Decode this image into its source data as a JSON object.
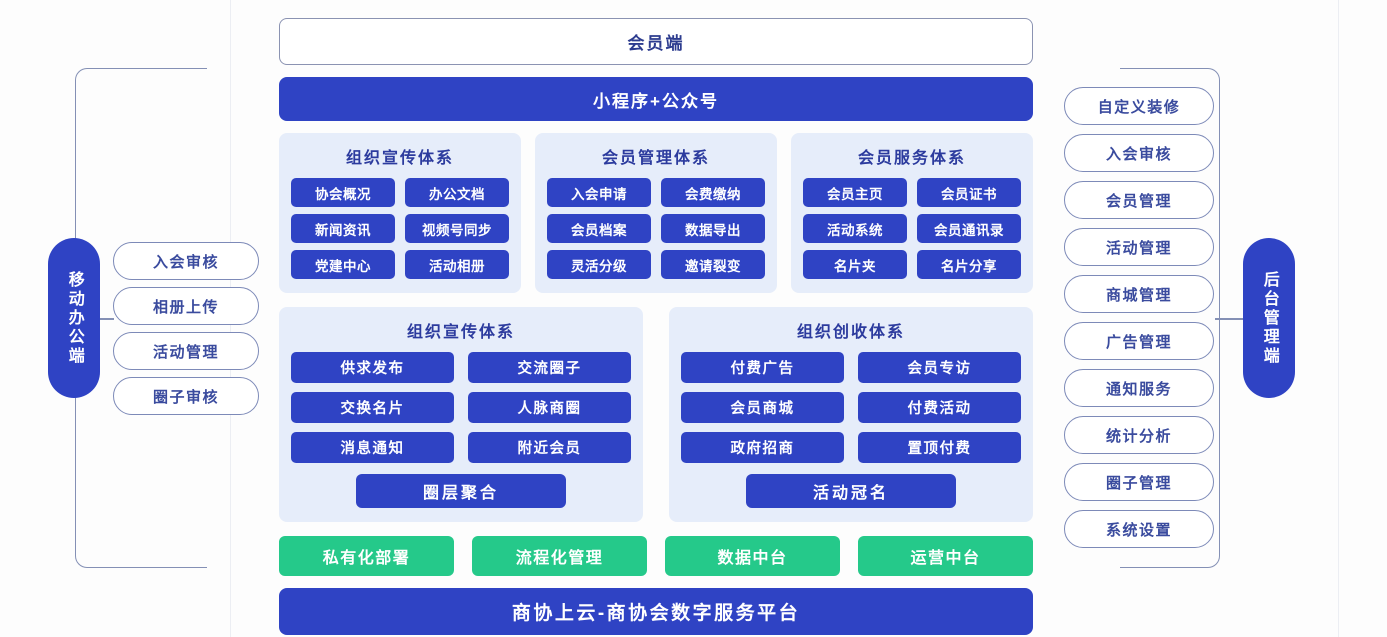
{
  "theme": {
    "blue": "#2f43c4",
    "green": "#25c98a",
    "panel_bg": "#e6edfa",
    "outline": "#8b93b2",
    "title_text": "#2c3b9e"
  },
  "center": {
    "member_client_label": "会员端",
    "miniprogram_label": "小程序+公众号",
    "platform_label": "商协上云-商协会数字服务平台",
    "panels_row1": [
      {
        "title": "组织宣传体系",
        "items": [
          "协会概况",
          "办公文档",
          "新闻资讯",
          "视频号同步",
          "党建中心",
          "活动相册"
        ]
      },
      {
        "title": "会员管理体系",
        "items": [
          "入会申请",
          "会费缴纳",
          "会员档案",
          "数据导出",
          "灵活分级",
          "邀请裂变"
        ]
      },
      {
        "title": "会员服务体系",
        "items": [
          "会员主页",
          "会员证书",
          "活动系统",
          "会员通讯录",
          "名片夹",
          "名片分享"
        ]
      }
    ],
    "panels_row2": [
      {
        "title": "组织宣传体系",
        "items": [
          "供求发布",
          "交流圈子",
          "交换名片",
          "人脉商圈",
          "消息通知",
          "附近会员"
        ],
        "footer": "圈层聚合"
      },
      {
        "title": "组织创收体系",
        "items": [
          "付费广告",
          "会员专访",
          "会员商城",
          "付费活动",
          "政府招商",
          "置顶付费"
        ],
        "footer": "活动冠名"
      }
    ],
    "green_items": [
      "私有化部署",
      "流程化管理",
      "数据中台",
      "运营中台"
    ]
  },
  "left": {
    "pill_label": "移动办公端",
    "items": [
      "入会审核",
      "相册上传",
      "活动管理",
      "圈子审核"
    ]
  },
  "right": {
    "pill_label": "后台管理端",
    "items": [
      "自定义装修",
      "入会审核",
      "会员管理",
      "活动管理",
      "商城管理",
      "广告管理",
      "通知服务",
      "统计分析",
      "圈子管理",
      "系统设置"
    ]
  }
}
